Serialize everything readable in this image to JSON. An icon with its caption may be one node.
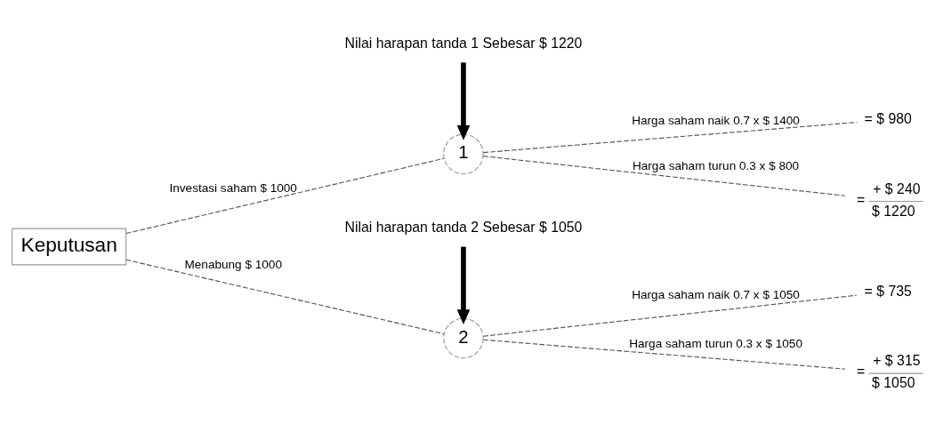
{
  "diagram": {
    "nodes": [
      {
        "text": [
          "Keputusan"
        ]
      },
      {
        "text": [
          "1"
        ]
      },
      {
        "text": [
          "2"
        ]
      },
      {
        "text": [
          "Nilai harapan tanda 1 Sebesar $ 1220"
        ]
      },
      {
        "text": [
          "Nilai harapan tanda 2 Sebesar $ 1050"
        ]
      },
      {
        "text": [
          "= $ 980"
        ]
      },
      {
        "text": [
          "=",
          "+ $ 240",
          "$ 1220"
        ]
      },
      {
        "text": [
          "= $ 735"
        ]
      },
      {
        "text": [
          "=",
          "+ $ 315",
          "$ 1050"
        ]
      }
    ],
    "edges": [
      {
        "from": 0,
        "to": 1,
        "arrow": "none",
        "label": "Investasi saham $ 1000",
        "style": "dashed"
      },
      {
        "from": 0,
        "to": 2,
        "arrow": "none",
        "label": "Menabung $ 1000",
        "style": "dashed"
      },
      {
        "from": 3,
        "to": 1,
        "arrow": "to",
        "style": "thick"
      },
      {
        "from": 1,
        "to": 5,
        "arrow": "none",
        "label": "Harga saham naik 0.7 x $ 1400",
        "style": "dashed"
      },
      {
        "from": 1,
        "to": 6,
        "arrow": "none",
        "label": "Harga saham turun 0.3 x $ 800",
        "style": "dashed"
      },
      {
        "from": 4,
        "to": 2,
        "arrow": "to",
        "style": "thick"
      },
      {
        "from": 2,
        "to": 7,
        "arrow": "none",
        "label": "Harga saham naik 0.7 x $ 1050",
        "style": "dashed"
      },
      {
        "from": 2,
        "to": 8,
        "arrow": "none",
        "label": "Harga saham turun 0.3 x $ 1050",
        "style": "dashed"
      }
    ]
  }
}
